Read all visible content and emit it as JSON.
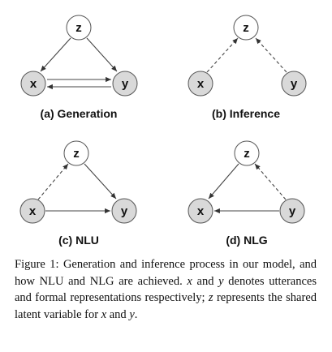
{
  "panels": [
    {
      "caption": "(a) Generation",
      "nodes": {
        "z": "z",
        "x": "x",
        "y": "y"
      }
    },
    {
      "caption": "(b) Inference",
      "nodes": {
        "z": "z",
        "x": "x",
        "y": "y"
      }
    },
    {
      "caption": "(c) NLU",
      "nodes": {
        "z": "z",
        "x": "x",
        "y": "y"
      }
    },
    {
      "caption": "(d) NLG",
      "nodes": {
        "z": "z",
        "x": "x",
        "y": "y"
      }
    }
  ],
  "caption": {
    "prefix": "Figure 1: Generation and inference process in our model, and how NLU and NLG are achieved.",
    "var_x1": "x",
    "and1": " and ",
    "var_y1": "y",
    "mid1": " denotes utterances and formal representations respectively;",
    "var_z": "z",
    "mid2": " represents the shared latent variable for",
    "var_x2": "x",
    "and2": " and ",
    "var_y2": "y",
    "end": "."
  }
}
